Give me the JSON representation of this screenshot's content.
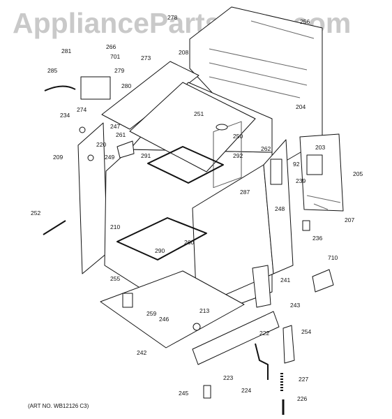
{
  "watermark": "AppliancePartsPros.com",
  "art_number": "(ART NO. WB12126 C3)",
  "part_labels": [
    "278",
    "256",
    "281",
    "266",
    "701",
    "285",
    "279",
    "280",
    "273",
    "208",
    "274",
    "234",
    "204",
    "251",
    "247",
    "261",
    "220",
    "250",
    "209",
    "249",
    "291",
    "292",
    "262",
    "203",
    "92",
    "205",
    "239",
    "287",
    "248",
    "252",
    "210",
    "207",
    "236",
    "290",
    "260",
    "710",
    "241",
    "255",
    "213",
    "243",
    "259",
    "246",
    "254",
    "242",
    "222",
    "223",
    "224",
    "227",
    "245",
    "226"
  ]
}
